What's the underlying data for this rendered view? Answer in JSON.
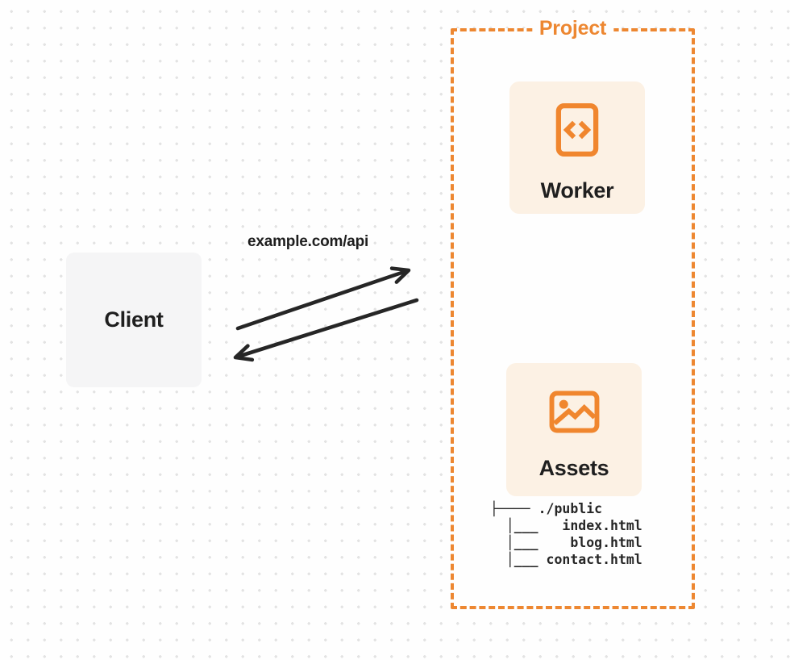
{
  "diagram": {
    "client": {
      "label": "Client"
    },
    "request": {
      "url_label": "example.com/api"
    },
    "project": {
      "label": "Project",
      "worker": {
        "label": "Worker",
        "icon": "code-file-icon"
      },
      "assets": {
        "label": "Assets",
        "icon": "image-icon"
      },
      "file_tree": {
        "root": "./public",
        "files": [
          "index.html",
          "blog.html",
          "contact.html"
        ],
        "lines": [
          "├──── ./public",
          "  │___   index.html",
          "  │___    blog.html",
          "  │___ contact.html"
        ]
      }
    },
    "colors": {
      "accent_orange": "#ED8731",
      "card_cream": "#FCF1E4",
      "client_gray": "#F5F5F6",
      "arrow_dark": "#262626",
      "text_dark": "#1F1F1F",
      "dot_gray": "#E3E3E3"
    }
  }
}
